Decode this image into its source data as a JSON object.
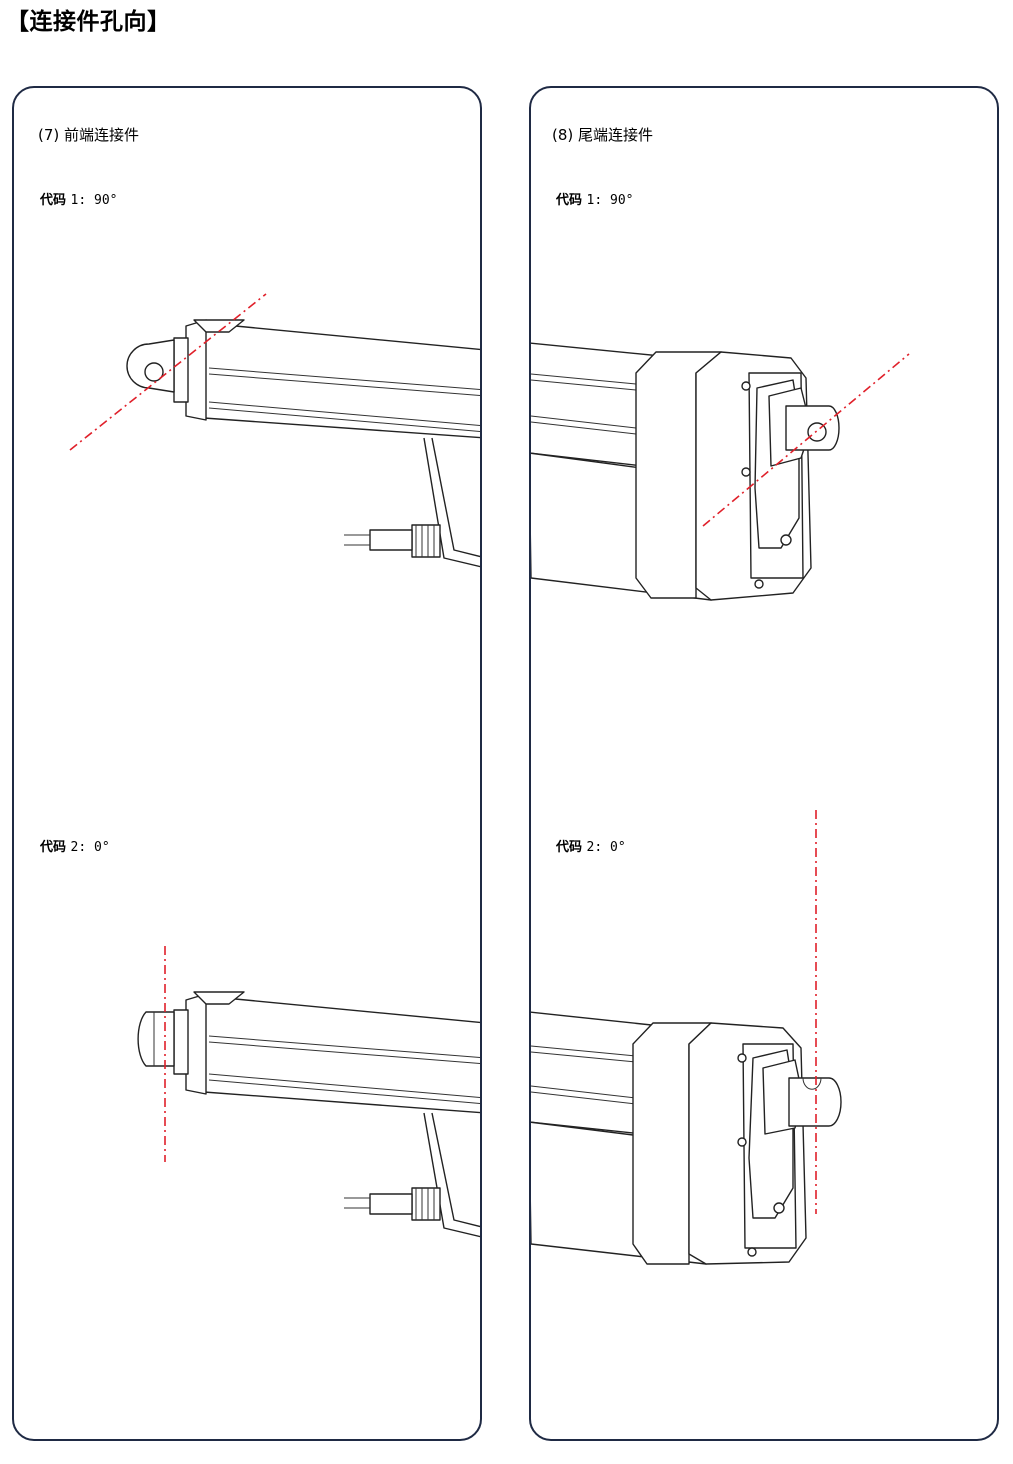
{
  "page": {
    "title": "【连接件孔向】"
  },
  "panels": [
    {
      "title": "(7) 前端连接件",
      "variants": [
        {
          "code_label": "代码",
          "code_value": "1: 90°"
        },
        {
          "code_label": "代码",
          "code_value": "2: 0°"
        }
      ]
    },
    {
      "title": "(8) 尾端连接件",
      "variants": [
        {
          "code_label": "代码",
          "code_value": "1: 90°"
        },
        {
          "code_label": "代码",
          "code_value": "2: 0°"
        }
      ]
    }
  ],
  "colors": {
    "panel_border": "#1f2a44",
    "axis_line": "#e0202a",
    "drawing_line": "#222222"
  },
  "icons": [
    "actuator-front-end-drawing",
    "actuator-rear-end-drawing",
    "hole-axis-line"
  ]
}
